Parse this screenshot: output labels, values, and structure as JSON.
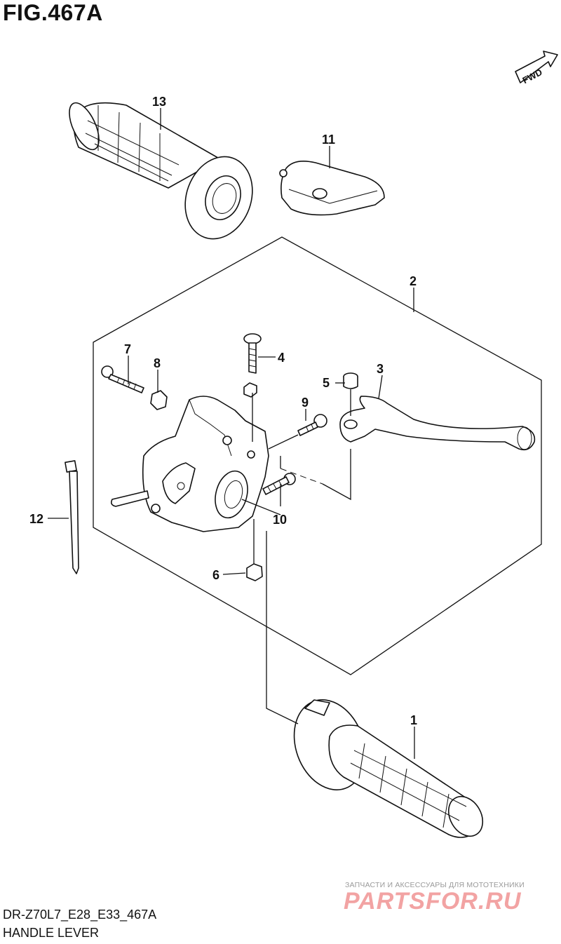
{
  "figure": {
    "title": "FIG.467A",
    "code": "DR-Z70L7_E28_E33_467A",
    "caption": "HANDLE LEVER"
  },
  "direction_badge": "FWD",
  "callouts": [
    {
      "number": "13",
      "part": "grip-left"
    },
    {
      "number": "11",
      "part": "cover"
    },
    {
      "number": "2",
      "part": "lever-assembly"
    },
    {
      "number": "7",
      "part": "screw-long"
    },
    {
      "number": "8",
      "part": "nut-8"
    },
    {
      "number": "4",
      "part": "screw-4"
    },
    {
      "number": "5",
      "part": "bushing"
    },
    {
      "number": "3",
      "part": "lever"
    },
    {
      "number": "9",
      "part": "bolt-9"
    },
    {
      "number": "12",
      "part": "cable-tie"
    },
    {
      "number": "10",
      "part": "screw-10"
    },
    {
      "number": "6",
      "part": "nut-6"
    },
    {
      "number": "1",
      "part": "grip-right"
    }
  ],
  "watermark": {
    "subtitle": "ЗАПЧАСТИ И АКСЕССУАРЫ ДЛЯ МОТОТЕХНИКИ",
    "brand": "PARTSFOR.RU"
  }
}
